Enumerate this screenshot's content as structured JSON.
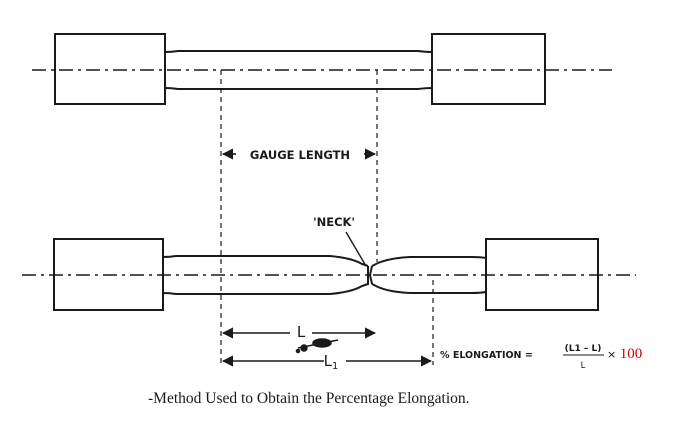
{
  "labels": {
    "gauge_length": "GAUGE LENGTH",
    "neck": "'NECK'",
    "l": "L",
    "l1": "L",
    "l1_sub": "1",
    "formula_prefix": "% ELONGATION = ",
    "formula_numerator": "(L1 – L)",
    "formula_denominator": "L",
    "formula_multiplier": "× ",
    "formula_hundred": "100"
  },
  "caption": "-Method Used to Obtain the Percentage Elongation.",
  "colors": {
    "ink": "#1a1a1a",
    "accent": "#cc0000"
  }
}
